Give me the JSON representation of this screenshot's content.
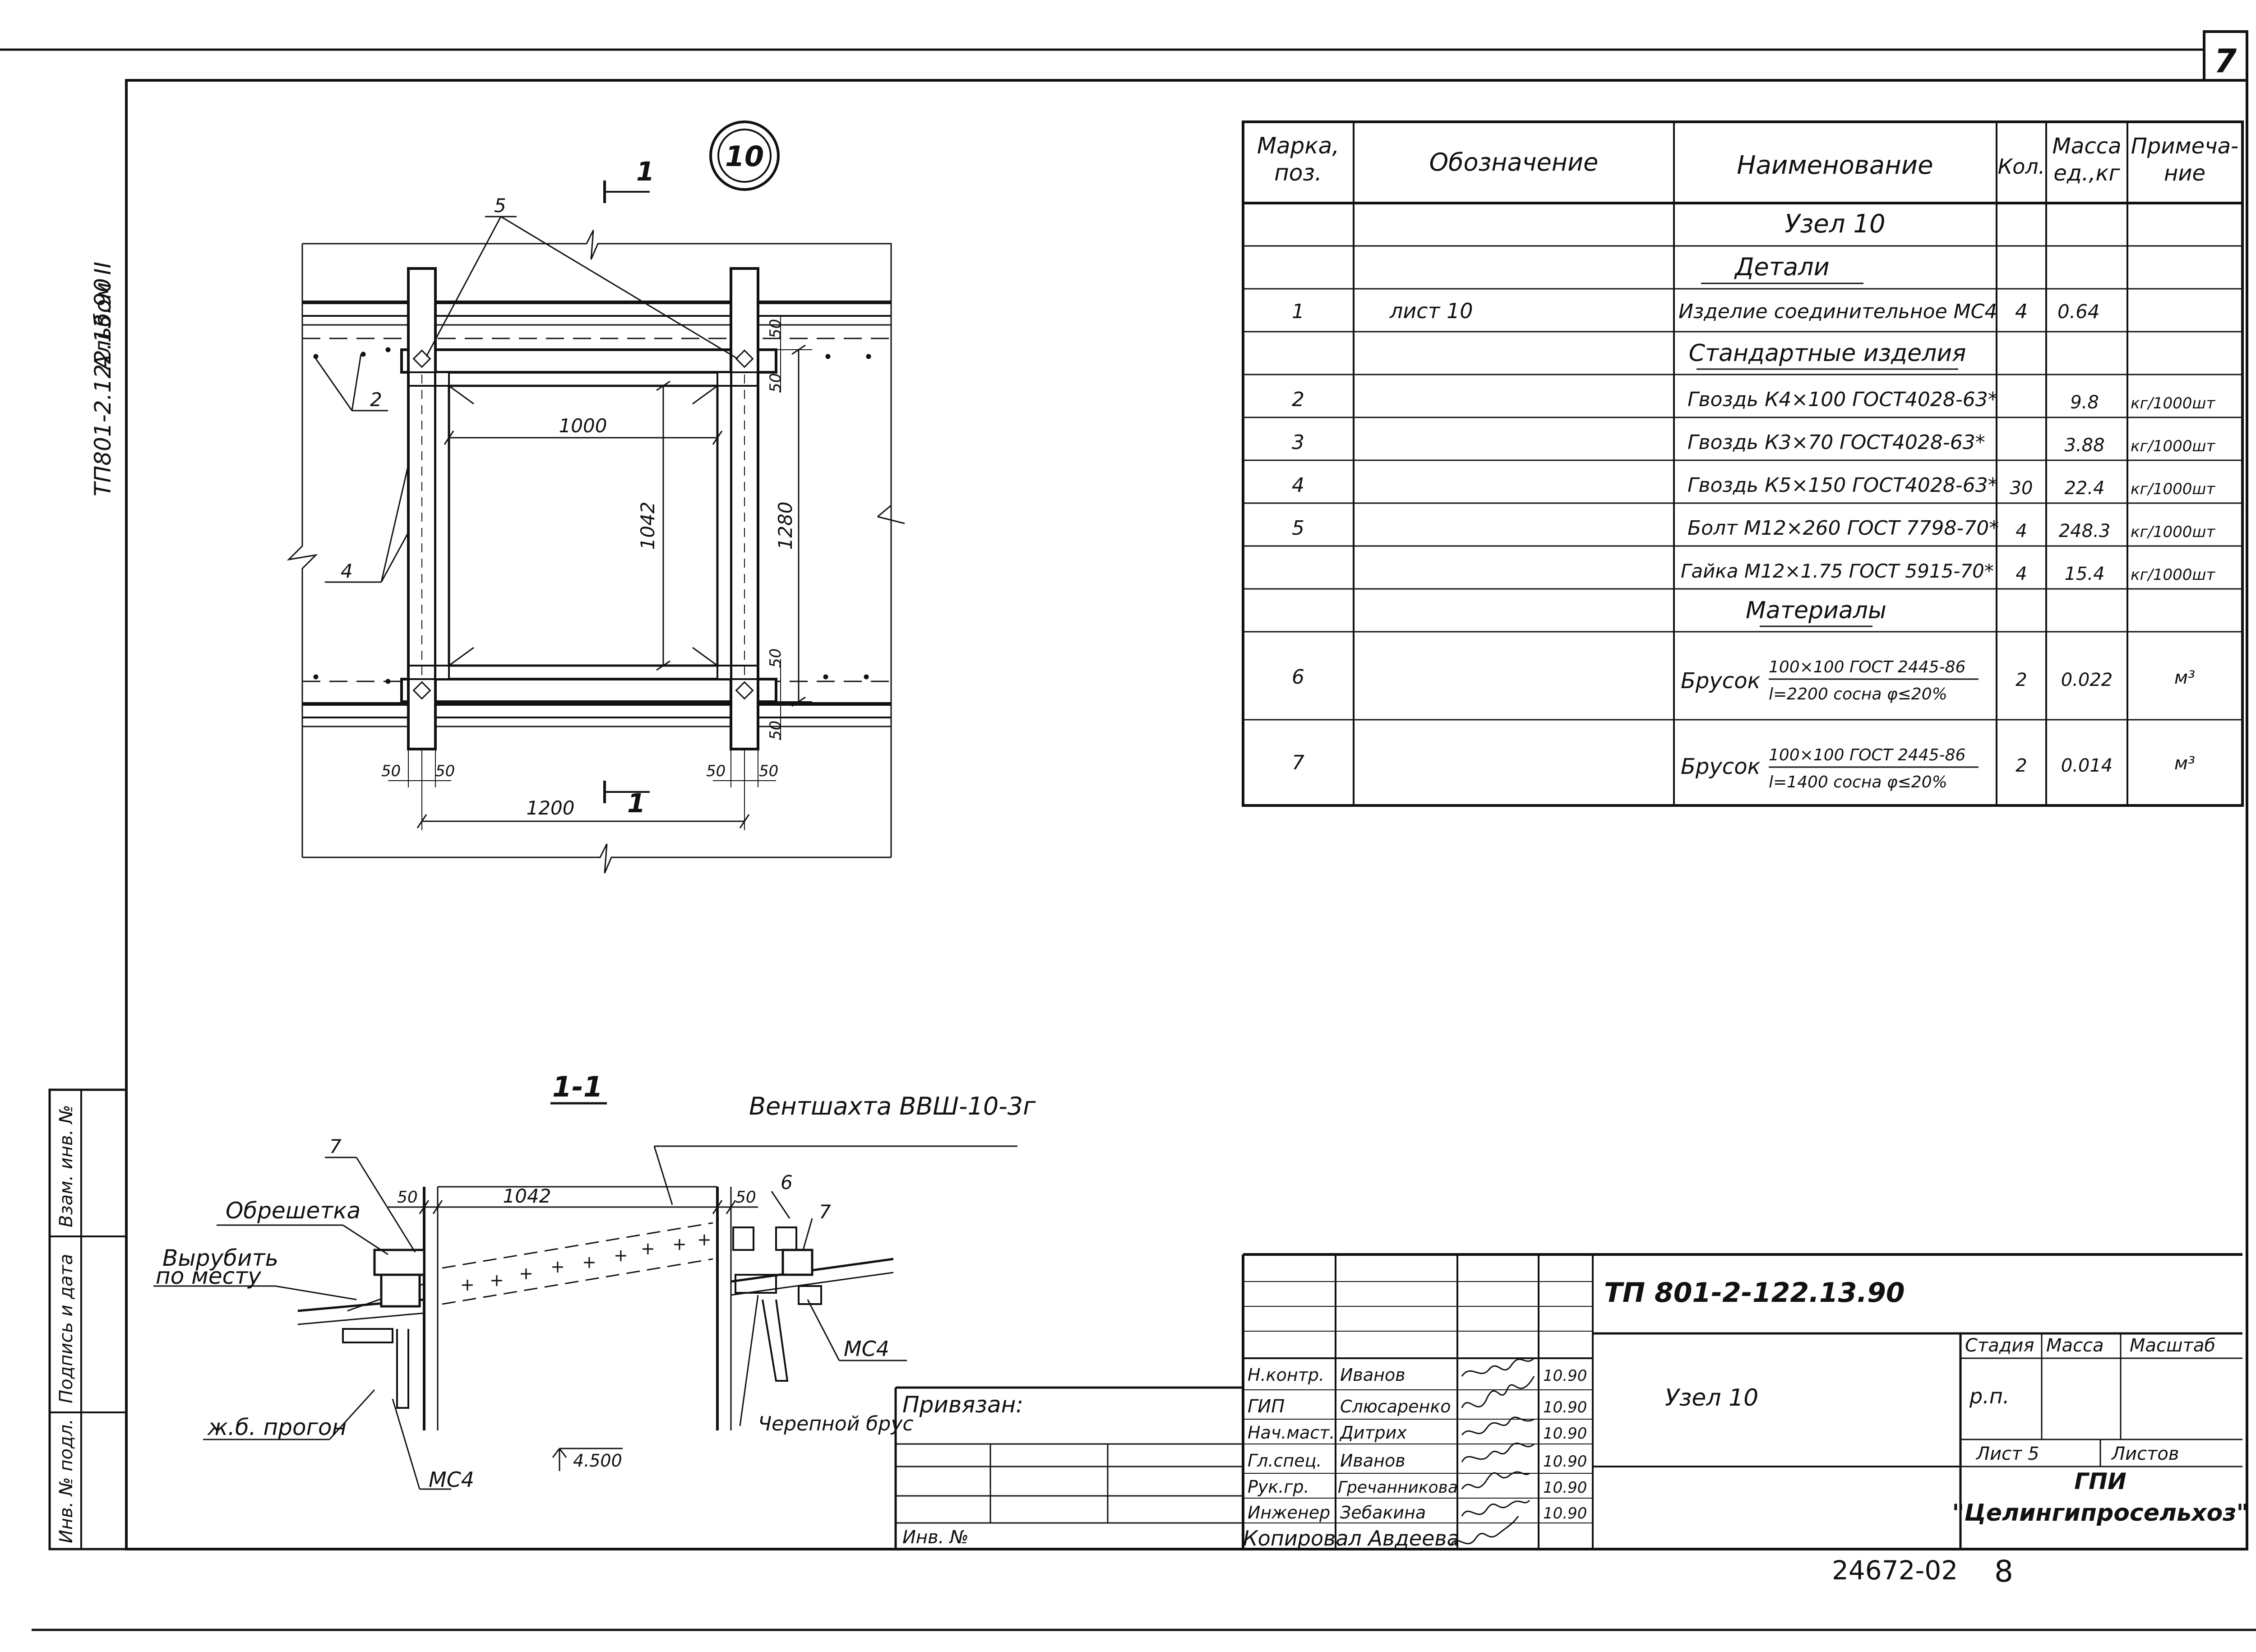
{
  "corner_page_number": "7",
  "side_stamp": {
    "code": "ТП801-2.122.13.90",
    "album": "Альбом II"
  },
  "node_number": "10",
  "plan": {
    "section_mark_top": "1",
    "section_mark_bottom": "1",
    "dims": {
      "d1000": "1000",
      "d1042": "1042",
      "d1280": "1280",
      "d1200": "1200",
      "d50_tr1": "50",
      "d50_tr2": "50",
      "d50_br1": "50",
      "d50_br2": "50",
      "d50_bl1": "50",
      "d50_bl2": "50",
      "d50_bb1": "50",
      "d50_bb2": "50"
    },
    "callouts": {
      "bolts": "5",
      "nails_left": "2",
      "nails_side": "4"
    }
  },
  "section": {
    "title": "1-1",
    "shaft_label": "Вентшахта ВВШ-10-3г",
    "dims": {
      "d1042": "1042",
      "d50_left": "50",
      "d50_right": "50",
      "level": "4.500"
    },
    "labels": {
      "lathing": "Обрешетка",
      "cut_line1": "Вырубить",
      "cut_line2": "по месту",
      "purlin": "ж.б. прогон",
      "mc4_left": "МС4",
      "mc4_right": "МС4",
      "cranial": "Черепной брус"
    },
    "callouts": {
      "c7_left": "7",
      "c6": "6",
      "c7_right": "7"
    }
  },
  "spec_table": {
    "headers": {
      "mark_line1": "Марка,",
      "mark_line2": "поз.",
      "designation": "Обозначение",
      "name": "Наименование",
      "qty": "Кол.",
      "mass_line1": "Масса",
      "mass_line2": "ед.,кг",
      "note_line1": "Примеча-",
      "note_line2": "ние"
    },
    "rows": [
      {
        "mark": "",
        "designation": "",
        "name": "Узел 10",
        "qty": "",
        "mass": "",
        "note": ""
      },
      {
        "mark": "",
        "designation": "",
        "name": "Детали",
        "qty": "",
        "mass": "",
        "note": ""
      },
      {
        "mark": "1",
        "designation": "лист 10",
        "name": "Изделие соединительное МС4",
        "qty": "4",
        "mass": "0.64",
        "note": ""
      },
      {
        "mark": "",
        "designation": "",
        "name": "Стандартные изделия",
        "qty": "",
        "mass": "",
        "note": ""
      },
      {
        "mark": "2",
        "designation": "",
        "name": "Гвоздь К4×100 ГОСТ4028-63*",
        "qty": "",
        "mass": "9.8",
        "note": "кг/1000шт"
      },
      {
        "mark": "3",
        "designation": "",
        "name": "Гвоздь К3×70 ГОСТ4028-63*",
        "qty": "",
        "mass": "3.88",
        "note": "кг/1000шт"
      },
      {
        "mark": "4",
        "designation": "",
        "name": "Гвоздь К5×150 ГОСТ4028-63*",
        "qty": "30",
        "mass": "22.4",
        "note": "кг/1000шт"
      },
      {
        "mark": "5",
        "designation": "",
        "name": "Болт М12×260 ГОСТ 7798-70*",
        "qty": "4",
        "mass": "248.3",
        "note": "кг/1000шт"
      },
      {
        "mark": "",
        "designation": "",
        "name": "Гайка М12×1.75 ГОСТ 5915-70*",
        "qty": "4",
        "mass": "15.4",
        "note": "кг/1000шт"
      },
      {
        "mark": "",
        "designation": "",
        "name": "Материалы",
        "qty": "",
        "mass": "",
        "note": ""
      },
      {
        "mark": "6",
        "designation": "",
        "name": "Брусок",
        "name_sub1": "100×100 ГОСТ 2445-86",
        "name_sub2": "l=2200 сосна φ≤20%",
        "qty": "2",
        "mass": "0.022",
        "note": "м³"
      },
      {
        "mark": "7",
        "designation": "",
        "name": "Брусок",
        "name_sub1": "100×100 ГОСТ 2445-86",
        "name_sub2": "l=1400 сосна φ≤20%",
        "qty": "2",
        "mass": "0.014",
        "note": "м³"
      }
    ]
  },
  "left_strip": {
    "cells": [
      "Взам. инв. №",
      "Подпись и дата",
      "Инв. № подл."
    ]
  },
  "title_block": {
    "doc_code": "ТП 801-2-122.13.90",
    "sheet_name": "Узел 10",
    "privyazan": "Привязан:",
    "inv_no": "Инв. №",
    "stage_label": "Стадия",
    "mass_label": "Масса",
    "scale_label": "Масштаб",
    "stage_value": "р.п.",
    "sheet_label": "Лист 5",
    "sheets_label": "Листов",
    "org_line1": "ГПИ",
    "org_line2": "\"Целингипросельхоз\"",
    "signers": [
      {
        "role": "Н.контр.",
        "name": "Иванов",
        "date": "10.90"
      },
      {
        "role": "ГИП",
        "name": "Слюсаренко",
        "date": "10.90"
      },
      {
        "role": "Нач.маст.",
        "name": "Дитрих",
        "date": "10.90"
      },
      {
        "role": "Гл.спец.",
        "name": "Иванов",
        "date": "10.90"
      },
      {
        "role": "Рук.гр.",
        "name": "Гречанникова",
        "date": "10.90"
      },
      {
        "role": "Инженер",
        "name": "Зебакина",
        "date": "10.90"
      }
    ],
    "copied_by": "Копировал Авдеева"
  },
  "archive_number": "24672-02",
  "bottom_page": "8"
}
